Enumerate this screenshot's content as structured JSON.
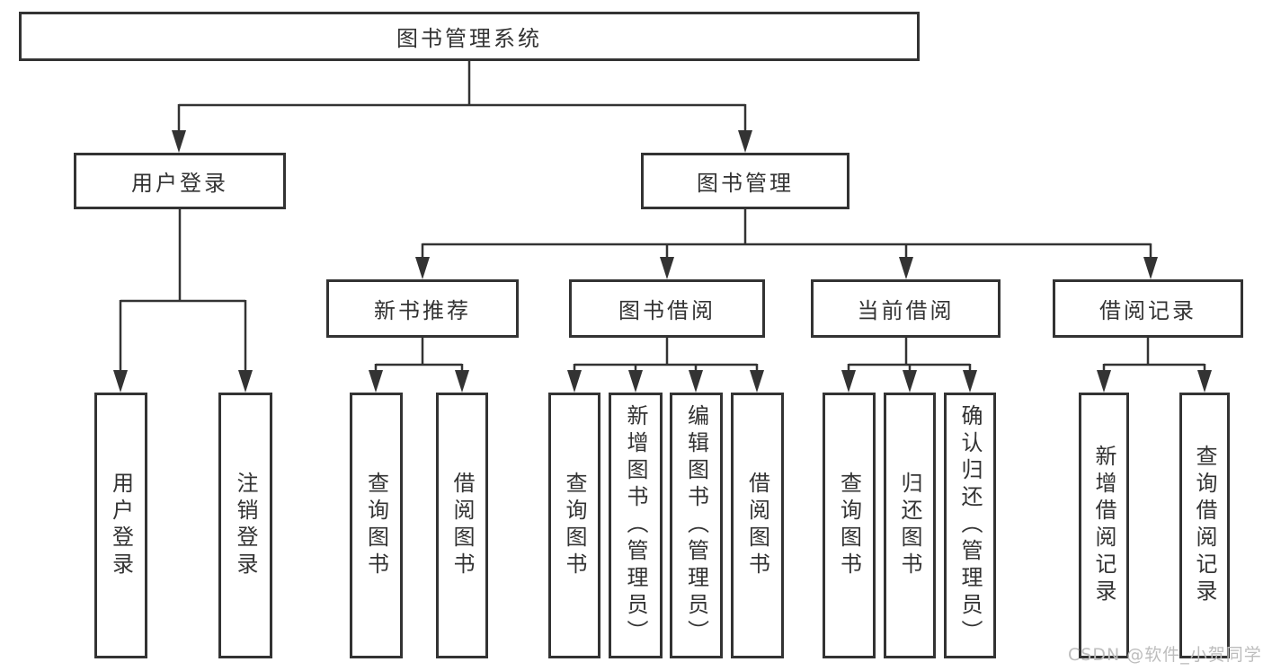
{
  "diagram": {
    "root": {
      "label": "图书管理系统"
    },
    "branches": [
      {
        "label": "用户登录",
        "children": [
          {
            "label": "用户登录"
          },
          {
            "label": "注销登录"
          }
        ]
      },
      {
        "label": "图书管理",
        "children": [
          {
            "label": "新书推荐",
            "children": [
              {
                "label": "查询图书"
              },
              {
                "label": "借阅图书"
              }
            ]
          },
          {
            "label": "图书借阅",
            "children": [
              {
                "label": "查询图书"
              },
              {
                "label": "新增图书（管理员）"
              },
              {
                "label": "编辑图书（管理员）"
              },
              {
                "label": "借阅图书"
              }
            ]
          },
          {
            "label": "当前借阅",
            "children": [
              {
                "label": "查询图书"
              },
              {
                "label": "归还图书"
              },
              {
                "label": "确认归还（管理员）"
              }
            ]
          },
          {
            "label": "借阅记录",
            "children": [
              {
                "label": "新增借阅记录"
              },
              {
                "label": "查询借阅记录"
              }
            ]
          }
        ]
      }
    ]
  },
  "watermark": {
    "text": "CSDN @软件_小贺同学",
    "color": "#bdbdbd"
  },
  "colors": {
    "line": "#333333",
    "box_border": "#333333",
    "text": "#333333",
    "background": "#ffffff"
  }
}
